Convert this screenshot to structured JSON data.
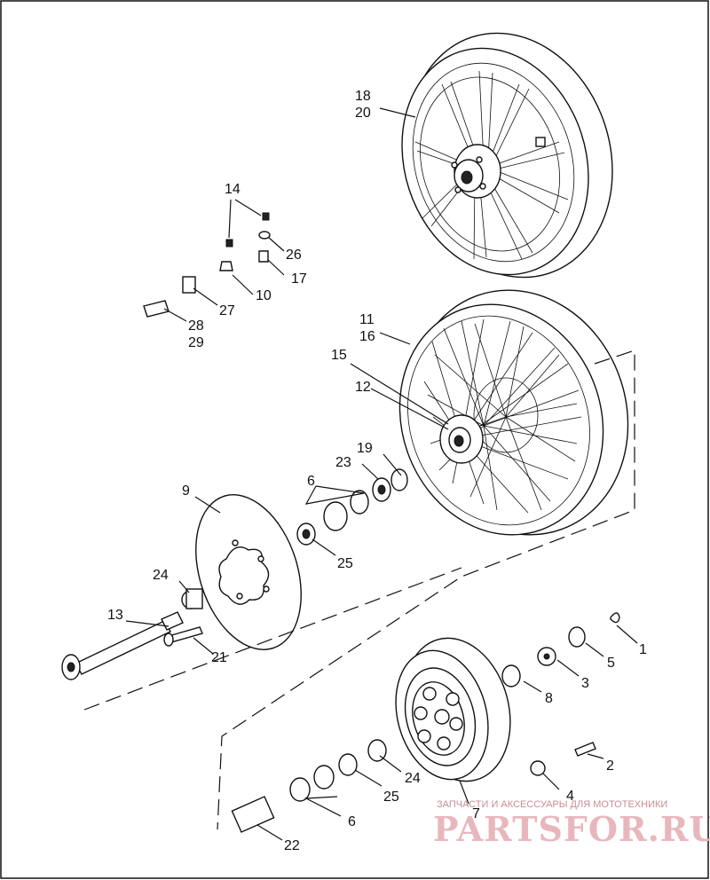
{
  "callouts": [
    {
      "id": "c1",
      "text": "1"
    },
    {
      "id": "c2",
      "text": "2"
    },
    {
      "id": "c3",
      "text": "3"
    },
    {
      "id": "c4",
      "text": "4"
    },
    {
      "id": "c5",
      "text": "5"
    },
    {
      "id": "c6a",
      "text": "6"
    },
    {
      "id": "c6b",
      "text": "6"
    },
    {
      "id": "c7",
      "text": "7"
    },
    {
      "id": "c8",
      "text": "8"
    },
    {
      "id": "c9",
      "text": "9"
    },
    {
      "id": "c10",
      "text": "10"
    },
    {
      "id": "c11",
      "text": "11"
    },
    {
      "id": "c12",
      "text": "12"
    },
    {
      "id": "c13",
      "text": "13"
    },
    {
      "id": "c14",
      "text": "14"
    },
    {
      "id": "c15",
      "text": "15"
    },
    {
      "id": "c16",
      "text": "16"
    },
    {
      "id": "c17",
      "text": "17"
    },
    {
      "id": "c18",
      "text": "18"
    },
    {
      "id": "c19",
      "text": "19"
    },
    {
      "id": "c20",
      "text": "20"
    },
    {
      "id": "c21",
      "text": "21"
    },
    {
      "id": "c22",
      "text": "22"
    },
    {
      "id": "c23",
      "text": "23"
    },
    {
      "id": "c24a",
      "text": "24"
    },
    {
      "id": "c24b",
      "text": "24"
    },
    {
      "id": "c25a",
      "text": "25"
    },
    {
      "id": "c25b",
      "text": "25"
    },
    {
      "id": "c26",
      "text": "26"
    },
    {
      "id": "c27",
      "text": "27"
    },
    {
      "id": "c28",
      "text": "28"
    },
    {
      "id": "c29",
      "text": "29"
    }
  ],
  "watermark": {
    "tagline": "ЗАПЧАСТИ И АКСЕССУАРЫ ДЛЯ МОТОТЕХНИКИ",
    "logo": "PARTSFOR.RU",
    "color": "#e8b7bd"
  }
}
